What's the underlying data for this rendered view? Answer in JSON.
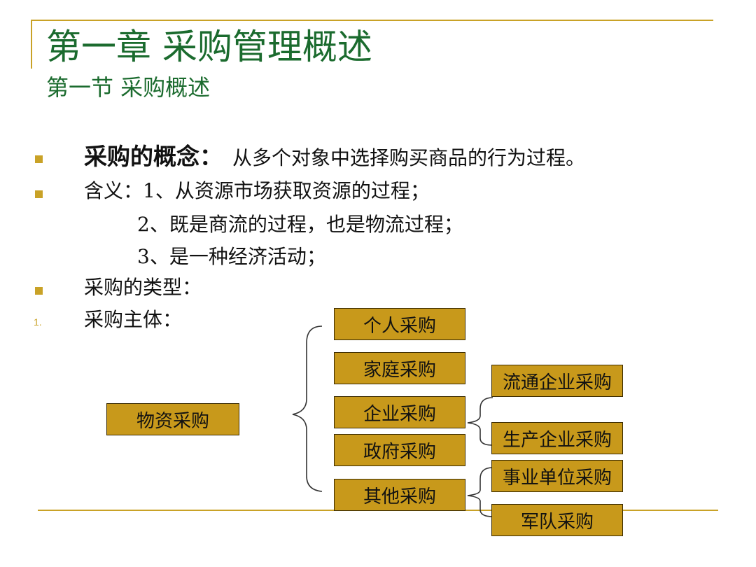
{
  "title": "第一章 采购管理概述",
  "subtitle": "第一节 采购概述",
  "concept": {
    "label": "采购的概念：",
    "text": "从多个对象中选择购买商品的行为过程。"
  },
  "meaning": {
    "line1": "含义：1、从资源市场获取资源的过程；",
    "line2": "2、既是商流的过程，也是物流过程；",
    "line3": "3、是一种经济活动；"
  },
  "types_heading": "采购的类型：",
  "subject": {
    "marker": "1.",
    "label": "采购主体："
  },
  "diagram": {
    "root": "物资采购",
    "children": [
      "个人采购",
      "家庭采购",
      "企业采购",
      "政府采购",
      "其他采购"
    ],
    "enterprise_sub": [
      "流通企业采购",
      "生产企业采购"
    ],
    "other_sub": [
      "事业单位采购",
      "军队采购"
    ]
  },
  "colors": {
    "accent": "#c9a227",
    "title_green": "#1b6b2e",
    "box_fill": "#c8991b"
  }
}
